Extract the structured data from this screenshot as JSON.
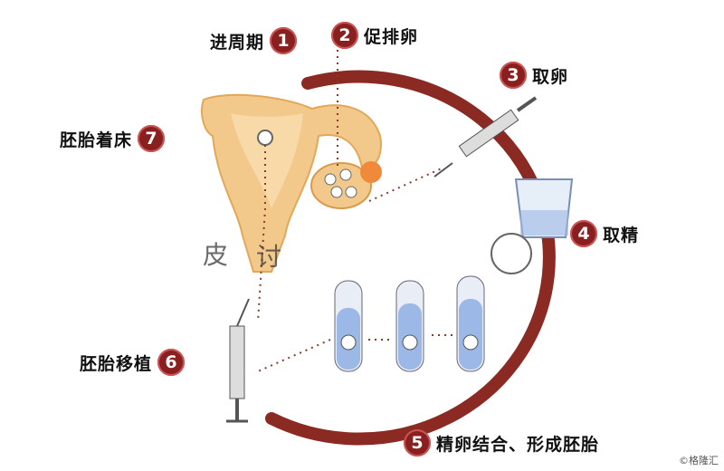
{
  "steps": {
    "s1": {
      "num": "1",
      "label": "进周期"
    },
    "s2": {
      "num": "2",
      "label": "促排卵"
    },
    "s3": {
      "num": "3",
      "label": "取卵"
    },
    "s4": {
      "num": "4",
      "label": "取精"
    },
    "s5": {
      "num": "5",
      "label": "精卵结合、形成胚胎"
    },
    "s6": {
      "num": "6",
      "label": "胚胎移植"
    },
    "s7": {
      "num": "7",
      "label": "胚胎着床"
    }
  },
  "overlay_left": "皮",
  "overlay_mid": "讨",
  "watermark": "©格隆汇",
  "colors": {
    "ring": "#8a2a22",
    "badge": "#8a1f1f",
    "uterus": "#f2c98a",
    "tube_liquid": "#9cb8e6"
  }
}
